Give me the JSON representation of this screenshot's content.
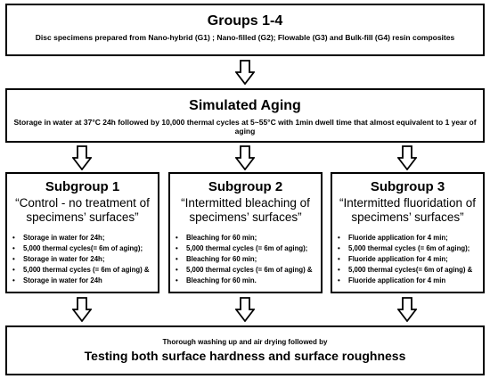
{
  "groups": {
    "title": "Groups 1-4",
    "description": "Disc specimens prepared from  Nano-hybrid (G1) ; Nano-filled (G2); Flowable (G3)  and Bulk-fill (G4) resin composites"
  },
  "aging": {
    "title": "Simulated Aging",
    "description": "Storage in water at 37°C 24h followed by 10,000 thermal cycles at 5~55°C with 1min dwell time that almost equivalent to 1 year of aging"
  },
  "subgroups": [
    {
      "title": "Subgroup 1",
      "subtitle": "“Control - no treatment of specimens’ surfaces”",
      "steps": [
        "Storage in water for 24h;",
        "5,000 thermal cycles(= 6m of aging);",
        "Storage in water for 24h;",
        "5,000 thermal cycles (= 6m of aging) &",
        "Storage in water for 24h"
      ]
    },
    {
      "title": "Subgroup 2",
      "subtitle": "“Intermitted bleaching of specimens’ surfaces”",
      "steps": [
        "Bleaching for 60 min;",
        "5,000 thermal cycles (= 6m of aging);",
        "Bleaching for 60 min;",
        "5,000 thermal cycles (= 6m of aging) &",
        "Bleaching for 60 min."
      ]
    },
    {
      "title": "Subgroup 3",
      "subtitle": "“Intermitted fluoridation of specimens’ surfaces”",
      "steps": [
        "Fluoride application for 4 min;",
        "5,000 thermal cycles (= 6m of aging);",
        "Fluoride application for 4 min;",
        "5,000 thermal cycles(= 6m of aging) &",
        "Fluoride application for 4 min"
      ]
    }
  ],
  "testing": {
    "intro": "Thorough washing up and air drying followed by",
    "title": "Testing both surface hardness and surface roughness"
  },
  "bullet_symbol": "•",
  "arrow_icon": "down-arrow-outline-icon"
}
